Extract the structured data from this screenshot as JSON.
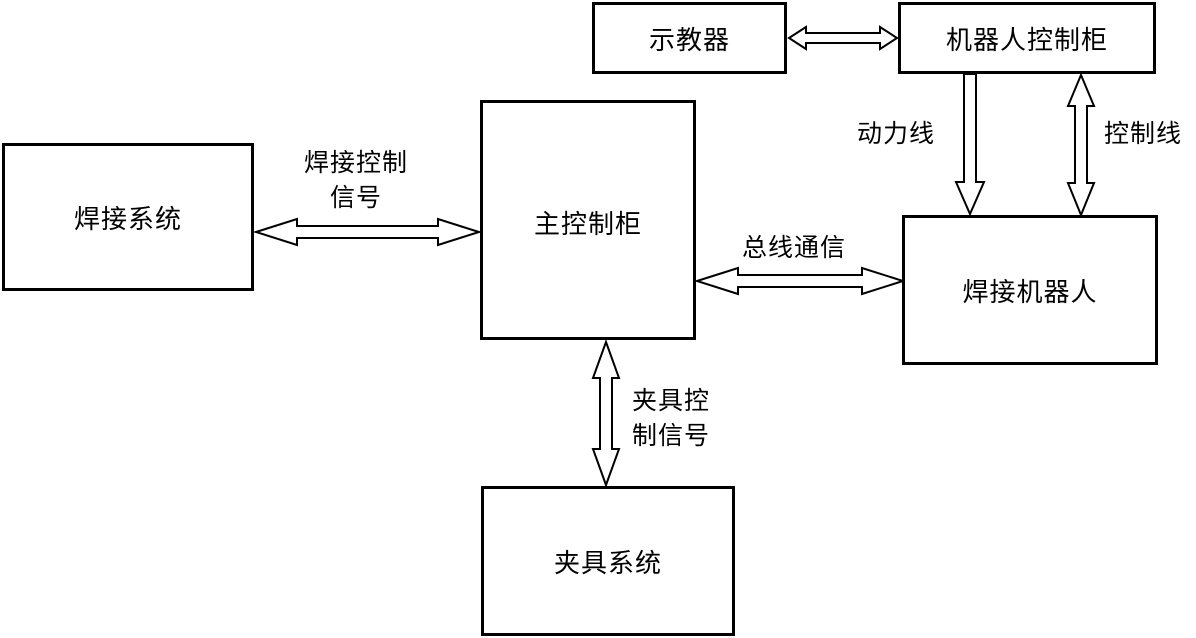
{
  "boxes": {
    "teach_pendant": "示教器",
    "robot_cabinet": "机器人控制柜",
    "welding_system": "焊接系统",
    "main_cabinet": "主控制柜",
    "welding_robot": "焊接机器人",
    "fixture_system": "夹具系统"
  },
  "labels": {
    "power_line": "动力线",
    "control_line": "控制线",
    "weld_signal_1": "焊接控制",
    "weld_signal_2": "信号",
    "bus_comm": "总线通信",
    "fixture_signal_1": "夹具控",
    "fixture_signal_2": "制信号"
  }
}
